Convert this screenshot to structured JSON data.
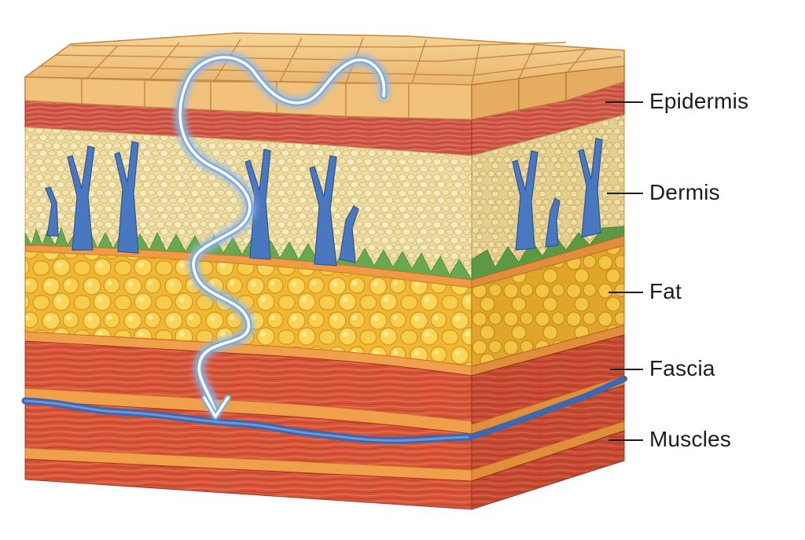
{
  "diagram": {
    "layers": [
      {
        "id": "epidermis",
        "label": "Epidermis"
      },
      {
        "id": "dermis",
        "label": "Dermis"
      },
      {
        "id": "fat",
        "label": "Fat"
      },
      {
        "id": "fascia",
        "label": "Fascia"
      },
      {
        "id": "muscles",
        "label": "Muscles"
      }
    ]
  },
  "colors": {
    "epidermis_top": "#f3c98a",
    "epidermis_red": "#cf5a4a",
    "dermis": "#efdca0",
    "vessel": "#4a78c0",
    "grass": "#6aa84f",
    "fat": "#f6c443",
    "fascia_band": "#f0a04a",
    "muscle": "#d9553a",
    "path_glow": "#9fc3ee",
    "label_text": "#1c1c1c"
  }
}
